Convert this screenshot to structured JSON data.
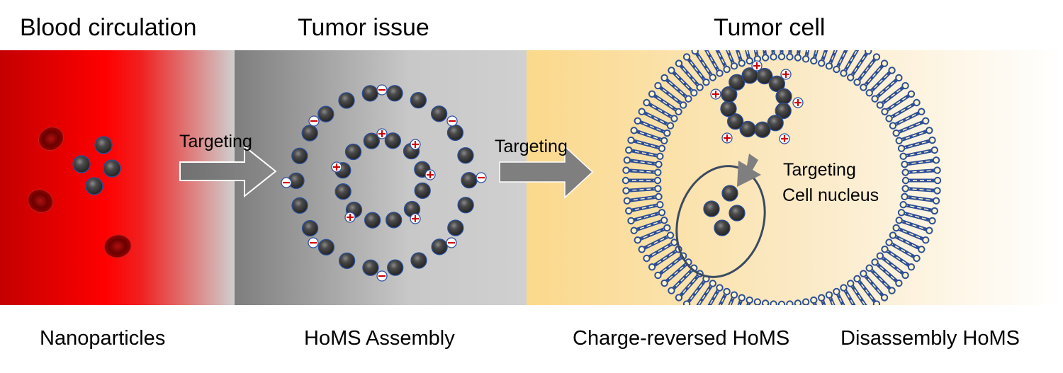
{
  "stages": [
    {
      "id": "blood",
      "title": "Blood circulation",
      "caption": "Nanoparticles",
      "background": [
        "#c80000",
        "#ff0000",
        "#ffffff"
      ]
    },
    {
      "id": "tissue",
      "title": "Tumor issue",
      "caption": "HoMS Assembly",
      "background": [
        "#808080",
        "#d0d0d0"
      ]
    },
    {
      "id": "cell",
      "title": "Tumor cell",
      "caption": "Charge-reversed HoMS",
      "caption2": "Disassembly HoMS",
      "background": [
        "#fbd98c",
        "#ffffff"
      ]
    }
  ],
  "arrows": [
    {
      "label": "Targeting"
    },
    {
      "label": "Targeting"
    }
  ],
  "nucleus_label": {
    "line1": "Targeting",
    "line2": "Cell nucleus"
  },
  "legend_symbols": {
    "positive": "+",
    "negative": "−"
  },
  "colors": {
    "particle": "#3c3c3c",
    "particle_rim": "#2a4f9a",
    "charge_positive": "#d00000",
    "charge_negative": "#d00000",
    "membrane": "#2e4f96",
    "membrane_head": "#fff5cc",
    "nucleus_outline": "#3c4a60",
    "arrow_fill": "#7f7f7f",
    "rbc": "#8a0000"
  }
}
